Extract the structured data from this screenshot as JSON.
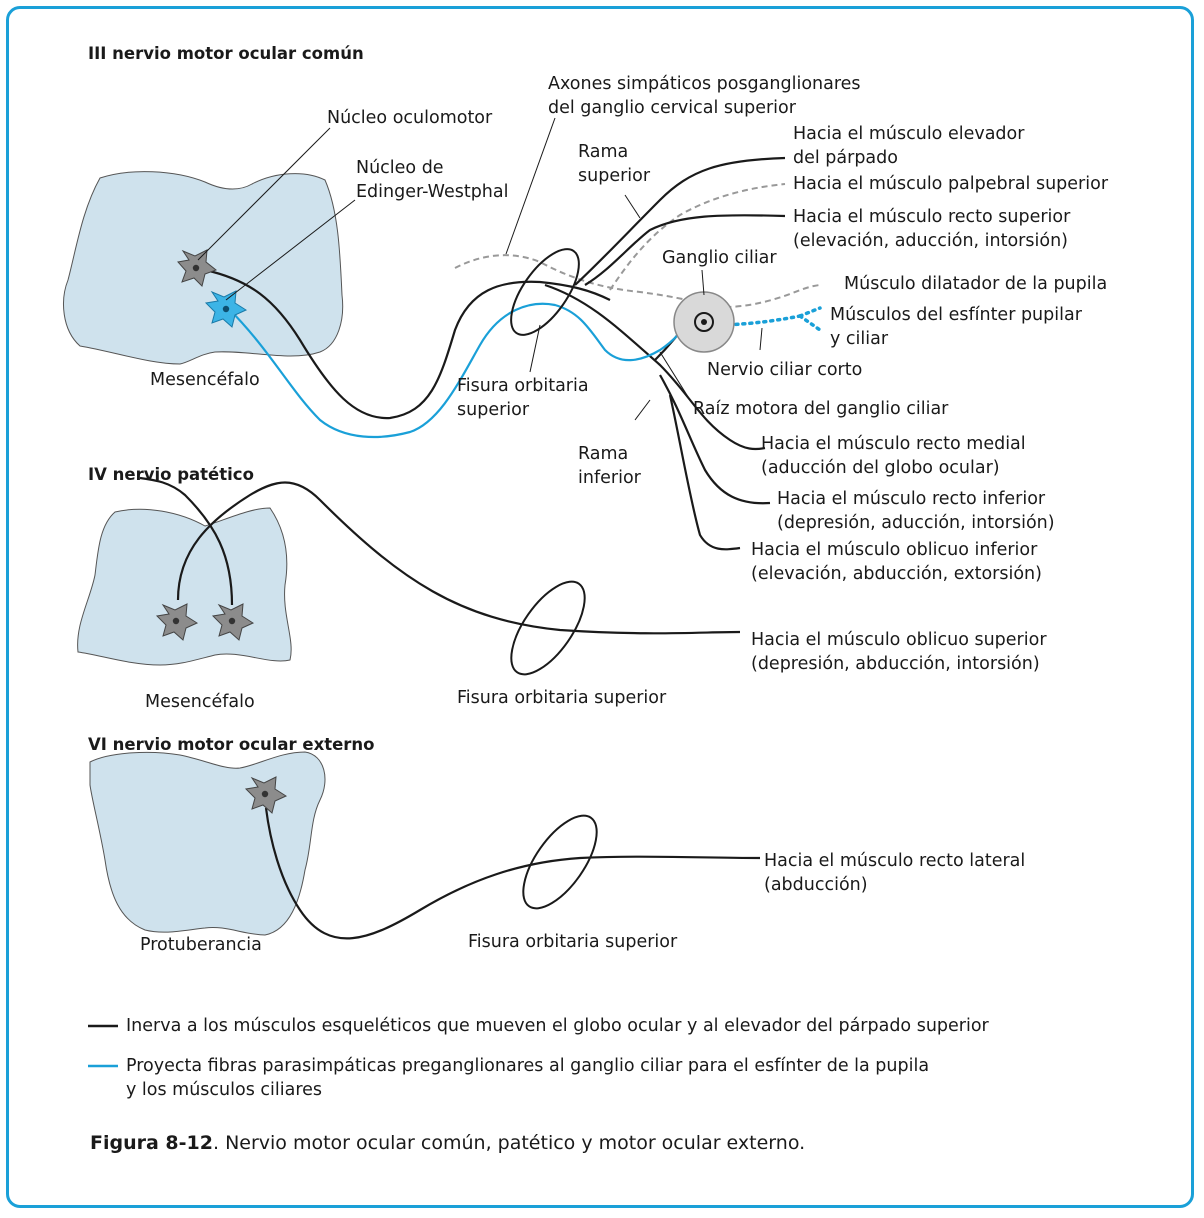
{
  "colors": {
    "border": "#1aa0d8",
    "brain_fill": "#cfe2ed",
    "somatic_fiber": "#1a1a1a",
    "parasympathetic_fiber": "#1aa0d8",
    "sympathetic_fiber": "#999999",
    "neuron_gray": "#8c8c8c",
    "neuron_blue": "#3cb4e6",
    "ganglion_fill": "#d9d9d9"
  },
  "sections": {
    "oculomotor": {
      "title": "III nervio motor ocular común",
      "region": "Mesencéfalo",
      "labels": {
        "nucleus_oculomotor": "Núcleo oculomotor",
        "nucleus_ew_1": "Núcleo de",
        "nucleus_ew_2": "Edinger-Westphal",
        "sympathetic_1": "Axones simpáticos posganglionares",
        "sympathetic_2": "del ganglio cervical superior",
        "superior_branch_1": "Rama",
        "superior_branch_2": "superior",
        "inferior_branch_1": "Rama",
        "inferior_branch_2": "inferior",
        "fissure_1": "Fisura orbitaria",
        "fissure_2": "superior",
        "ciliary_ganglion": "Ganglio ciliar",
        "short_ciliary_nerve": "Nervio ciliar corto",
        "motor_root": "Raíz motora del ganglio ciliar",
        "levator_1": "Hacia el músculo elevador",
        "levator_2": "del párpado",
        "palpebral": "Hacia el músculo palpebral superior",
        "rectus_sup_1": "Hacia el músculo recto superior",
        "rectus_sup_2": "(elevación, aducción, intorsión)",
        "dilator": "Músculo dilatador de la pupila",
        "sphincter_1": "Músculos del esfínter pupilar",
        "sphincter_2": "y ciliar",
        "rectus_med_1": "Hacia el músculo recto medial",
        "rectus_med_2": "(aducción del globo ocular)",
        "rectus_inf_1": "Hacia el músculo recto inferior",
        "rectus_inf_2": "(depresión, aducción, intorsión)",
        "oblique_inf_1": "Hacia el músculo oblicuo inferior",
        "oblique_inf_2": "(elevación, abducción, extorsión)"
      }
    },
    "trochlear": {
      "title": "IV nervio patético",
      "region": "Mesencéfalo",
      "labels": {
        "fissure": "Fisura orbitaria superior",
        "oblique_sup_1": "Hacia el músculo oblicuo superior",
        "oblique_sup_2": "(depresión, abducción, intorsión)"
      }
    },
    "abducens": {
      "title": "VI nervio motor ocular externo",
      "region": "Protuberancia",
      "labels": {
        "fissure": "Fisura orbitaria superior",
        "rectus_lat_1": "Hacia el músculo recto lateral",
        "rectus_lat_2": "(abducción)"
      }
    }
  },
  "legend": {
    "somatic": "Inerva a los músculos esqueléticos que mueven el globo ocular y al elevador del párpado superior",
    "parasympathetic_1": "Proyecta fibras parasimpáticas preganglionares al ganglio ciliar para el esfínter de la pupila",
    "parasympathetic_2": "y los músculos ciliares"
  },
  "caption": {
    "label": "Figura 8-12",
    "text": ". Nervio motor ocular común, patético y motor ocular externo."
  }
}
